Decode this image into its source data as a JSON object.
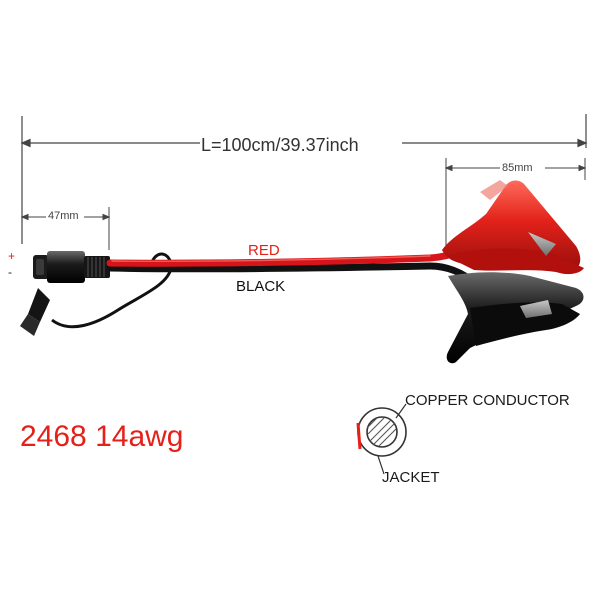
{
  "labels": {
    "length": "L=100cm/39.37inch",
    "sae_length": "47mm",
    "clamp_length": "85mm",
    "plus": "+",
    "minus": "-",
    "red_wire": "RED",
    "black_wire": "BLACK",
    "wire_spec": "2468 14awg",
    "copper": "COPPER CONDUCTOR",
    "jacket": "JACKET"
  },
  "colors": {
    "red": "#e32119",
    "wire_red": "#d8141b",
    "black": "#111111",
    "dimension_line": "#444444",
    "text": "#222222"
  },
  "icons": {
    "sae_connector": "sae-connector-icon",
    "alligator_clip": "alligator-clip-icon",
    "cable_cross_section": "cable-cross-section-icon"
  }
}
